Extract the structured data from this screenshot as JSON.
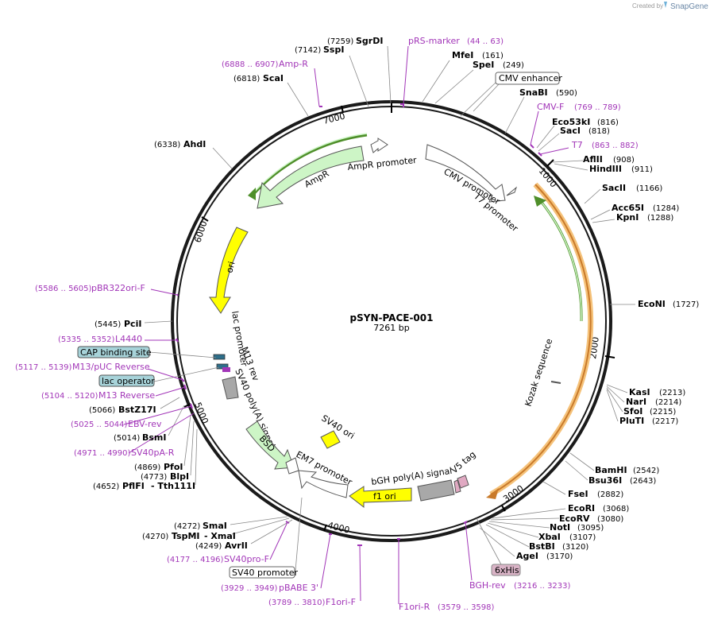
{
  "credit": {
    "created_by": "Created by",
    "brand": "SnapGene"
  },
  "plasmid": {
    "name": "pSYN-PACE-001",
    "size": "7261 bp"
  },
  "ticks": [
    "1000",
    "2000",
    "3000",
    "4000",
    "5000",
    "6000",
    "7000"
  ],
  "enzymes": [
    {
      "name": "SgrDI",
      "pos": "(7259)"
    },
    {
      "name": "SspI",
      "pos": "(7142)"
    },
    {
      "name": "ScaI",
      "pos": "(6818)"
    },
    {
      "name": "AhdI",
      "pos": "(6338)"
    },
    {
      "name": "MfeI",
      "pos": "(161)"
    },
    {
      "name": "SpeI",
      "pos": "(249)"
    },
    {
      "name": "SnaBI",
      "pos": "(590)"
    },
    {
      "name": "Eco53kI",
      "pos": "(816)"
    },
    {
      "name": "SacI",
      "pos": "(818)"
    },
    {
      "name": "AflII",
      "pos": "(908)"
    },
    {
      "name": "HindIII",
      "pos": "(911)"
    },
    {
      "name": "SacII",
      "pos": "(1166)"
    },
    {
      "name": "Acc65I",
      "pos": "(1284)"
    },
    {
      "name": "KpnI",
      "pos": "(1288)"
    },
    {
      "name": "EcoNI",
      "pos": "(1727)"
    },
    {
      "name": "KasI",
      "pos": "(2213)"
    },
    {
      "name": "NarI",
      "pos": "(2214)"
    },
    {
      "name": "SfoI",
      "pos": "(2215)"
    },
    {
      "name": "PluTI",
      "pos": "(2217)"
    },
    {
      "name": "BamHI",
      "pos": "(2542)"
    },
    {
      "name": "Bsu36I",
      "pos": "(2643)"
    },
    {
      "name": "FseI",
      "pos": "(2882)"
    },
    {
      "name": "EcoRI",
      "pos": "(3068)"
    },
    {
      "name": "EcoRV",
      "pos": "(3080)"
    },
    {
      "name": "NotI",
      "pos": "(3095)"
    },
    {
      "name": "XbaI",
      "pos": "(3107)"
    },
    {
      "name": "BstBI",
      "pos": "(3120)"
    },
    {
      "name": "AgeI",
      "pos": "(3170)"
    },
    {
      "name": "PciI",
      "pos": "(5445)"
    },
    {
      "name": "BstZ17I",
      "pos": "(5066)"
    },
    {
      "name": "BsmI",
      "pos": "(5014)"
    },
    {
      "name": "PfoI",
      "pos": "(4869)"
    },
    {
      "name": "BlpI",
      "pos": "(4773)"
    },
    {
      "name": "PflFI",
      "pos": "(4652)"
    },
    {
      "name": "- Tth111I",
      "pos": ""
    },
    {
      "name": "SmaI",
      "pos": "(4272)"
    },
    {
      "name": "TspMI",
      "pos": "(4270)"
    },
    {
      "name": "- XmaI",
      "pos": ""
    },
    {
      "name": "AvrII",
      "pos": "(4249)"
    }
  ],
  "primers": [
    {
      "name": "pRS-marker",
      "pos": "(44 .. 63)"
    },
    {
      "name": "Amp-R",
      "pos": "(6888 .. 6907)"
    },
    {
      "name": "CMV-F",
      "pos": "(769 .. 789)"
    },
    {
      "name": "T7",
      "pos": "(863 .. 882)"
    },
    {
      "name": "pBR322ori-F",
      "pos": "(5586 .. 5605)"
    },
    {
      "name": "L4440",
      "pos": "(5335 .. 5352)"
    },
    {
      "name": "M13/pUC Reverse",
      "pos": "(5117 .. 5139)"
    },
    {
      "name": "M13 Reverse",
      "pos": "(5104 .. 5120)"
    },
    {
      "name": "EBV-rev",
      "pos": "(5025 .. 5044)"
    },
    {
      "name": "SV40pA-R",
      "pos": "(4971 .. 4990)"
    },
    {
      "name": "SV40pro-F",
      "pos": "(4177 .. 4196)"
    },
    {
      "name": "pBABE 3'",
      "pos": "(3929 .. 3949)"
    },
    {
      "name": "F1ori-F",
      "pos": "(3789 .. 3810)"
    },
    {
      "name": "F1ori-R",
      "pos": "(3579 .. 3598)"
    },
    {
      "name": "BGH-rev",
      "pos": "(3216 .. 3233)"
    }
  ],
  "boxes": [
    {
      "name": "CMV enhancer",
      "fill": "#ffffff"
    },
    {
      "name": "CAP binding site",
      "fill": "#a7d3d9"
    },
    {
      "name": "lac operator",
      "fill": "#a7d3d9"
    },
    {
      "name": "SV40 promoter",
      "fill": "#ffffff"
    },
    {
      "name": "6xHis",
      "fill": "#d9b3c6"
    }
  ],
  "features": [
    {
      "name": "AmpR promoter"
    },
    {
      "name": "AmpR"
    },
    {
      "name": "ori"
    },
    {
      "name": "CMV promoter"
    },
    {
      "name": "T7 promoter"
    },
    {
      "name": "Kozak sequence"
    },
    {
      "name": "lac promoter"
    },
    {
      "name": "M13 rev"
    },
    {
      "name": "SV40 poly(A) signal"
    },
    {
      "name": "SV40 ori"
    },
    {
      "name": "BSD"
    },
    {
      "name": "EM7 promoter"
    },
    {
      "name": "f1 ori"
    },
    {
      "name": "bGH poly(A) signal"
    },
    {
      "name": "V5 tag"
    }
  ],
  "colors": {
    "backbone": "#1a1a1a",
    "amp": "#cdf5c6",
    "ori": "#ffff00",
    "orange_orf": "#f5c27a",
    "green_orf": "#4f8f2a",
    "primer": "#a236b8",
    "grey": "#a8a8a8",
    "v5": "#e0a9c2"
  }
}
